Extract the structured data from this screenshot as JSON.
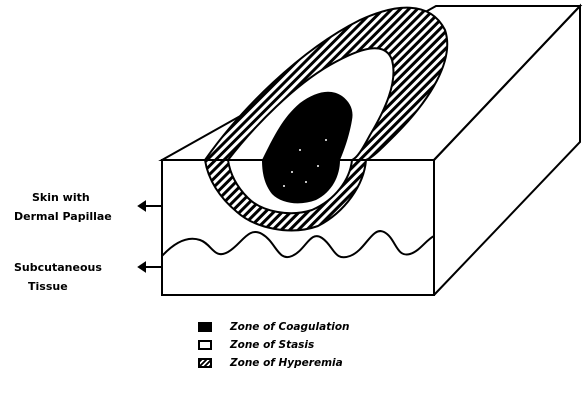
{
  "labels": {
    "skin_line1": "Skin with",
    "skin_line2": "Dermal Papillae",
    "subcut_line1": "Subcutaneous",
    "subcut_line2": "Tissue"
  },
  "legend": [
    {
      "label": "Zone of Coagulation",
      "fill": "#000000"
    },
    {
      "label": "Zone of Stasis",
      "fill": "#ffffff"
    },
    {
      "label": "Zone of Hyperemia",
      "fill": "hatched"
    }
  ]
}
